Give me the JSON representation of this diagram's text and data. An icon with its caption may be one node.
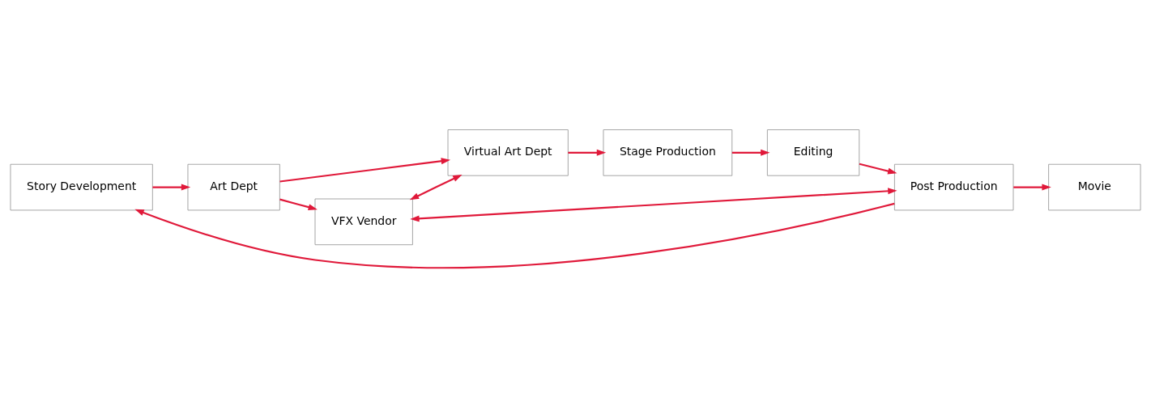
{
  "diagram": {
    "nodes": [
      {
        "text": [
          "Story Development"
        ]
      },
      {
        "text": [
          "Art Dept"
        ]
      },
      {
        "text": [
          "VFX Vendor"
        ]
      },
      {
        "text": [
          "Virtual Art Dept"
        ]
      },
      {
        "text": [
          "Stage Production"
        ]
      },
      {
        "text": [
          "Editing"
        ]
      },
      {
        "text": [
          "Post Production"
        ]
      },
      {
        "text": [
          "Movie"
        ]
      }
    ],
    "edges": [
      {
        "from": 0,
        "to": 1,
        "arrow": "to"
      },
      {
        "from": 1,
        "to": 2,
        "arrow": "to"
      },
      {
        "from": 1,
        "to": 3,
        "arrow": "to"
      },
      {
        "from": 2,
        "to": 3,
        "arrow": "both"
      },
      {
        "from": 3,
        "to": 4,
        "arrow": "to"
      },
      {
        "from": 4,
        "to": 5,
        "arrow": "to"
      },
      {
        "from": 5,
        "to": 6,
        "arrow": "to"
      },
      {
        "from": 6,
        "to": 7,
        "arrow": "to"
      },
      {
        "from": 2,
        "to": 6,
        "arrow": "both"
      },
      {
        "from": 6,
        "to": 0,
        "arrow": "to"
      }
    ]
  }
}
